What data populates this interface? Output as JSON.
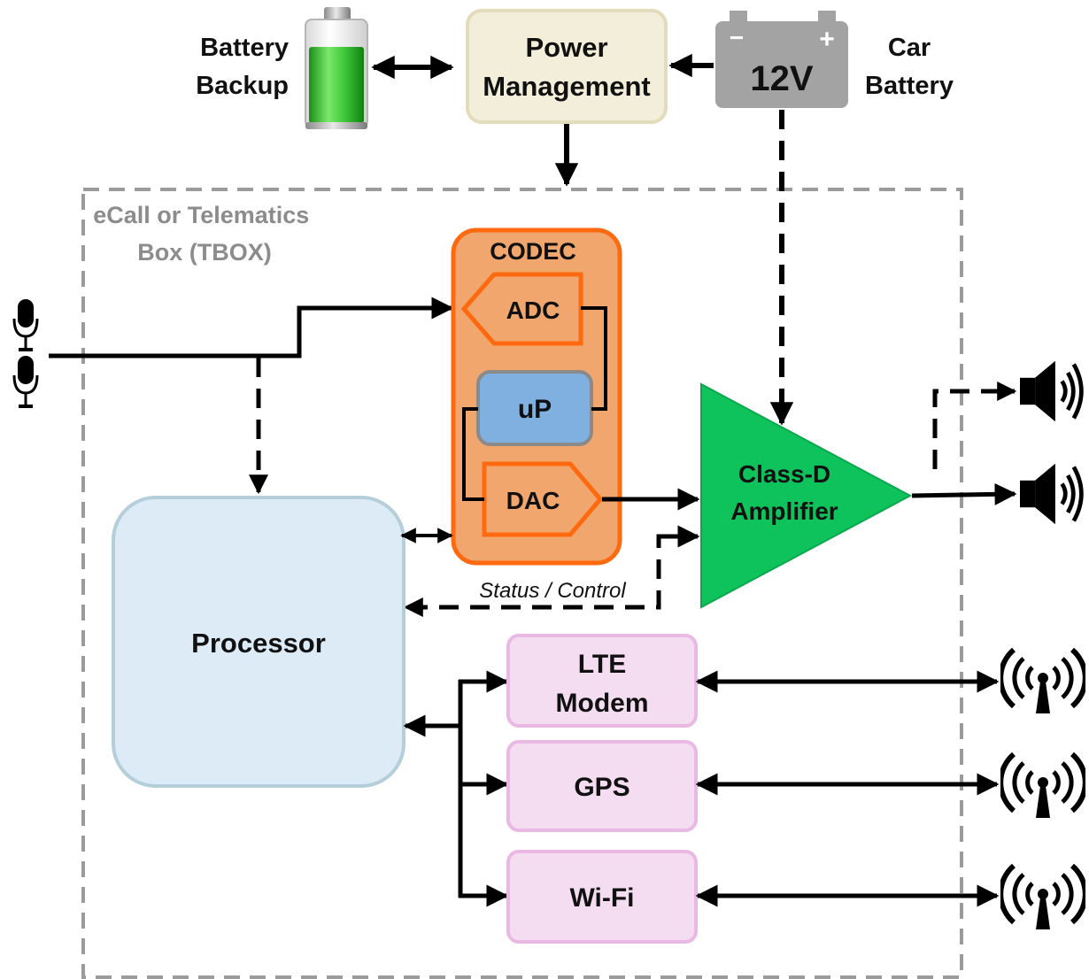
{
  "top": {
    "battery_backup": [
      "Battery",
      "Backup"
    ],
    "power_management": [
      "Power",
      "Management"
    ],
    "car_battery_voltage": "12V",
    "car_battery_minus": "−",
    "car_battery_plus": "+",
    "car_battery": [
      "Car",
      "Battery"
    ]
  },
  "tbox": {
    "label": [
      "eCall or Telematics",
      "Box (TBOX)"
    ]
  },
  "codec": {
    "title": "CODEC",
    "adc": "ADC",
    "up": "uP",
    "dac": "DAC"
  },
  "amplifier": [
    "Class-D",
    "Amplifier"
  ],
  "processor": "Processor",
  "status_control": "Status / Control",
  "modems": {
    "lte": [
      "LTE",
      "Modem"
    ],
    "gps": "GPS",
    "wifi": "Wi-Fi"
  },
  "colors": {
    "codec_fill": "#f0a66c",
    "codec_border": "#ff6a10",
    "up_fill": "#7fb0e0",
    "amplifier_fill": "#0fc35c",
    "processor_fill": "#ddebf7",
    "modem_fill": "#f4dcf1",
    "power_fill": "#f3eed9",
    "battery_gray": "#a3a3a3"
  },
  "icons": [
    "battery-icon",
    "car-battery-icon",
    "microphone-icon",
    "speaker-icon",
    "antenna-icon"
  ]
}
